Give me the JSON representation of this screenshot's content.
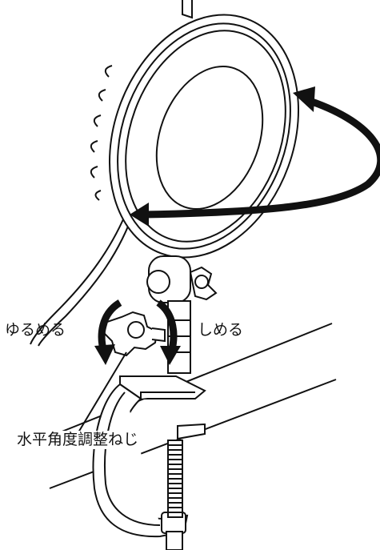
{
  "labels": {
    "loosen": "ゆるめる",
    "tighten": "しめる",
    "horizontal_knob": "水平角度調整ねじ"
  },
  "colors": {
    "line": "#111111",
    "background": "#ffffff"
  }
}
